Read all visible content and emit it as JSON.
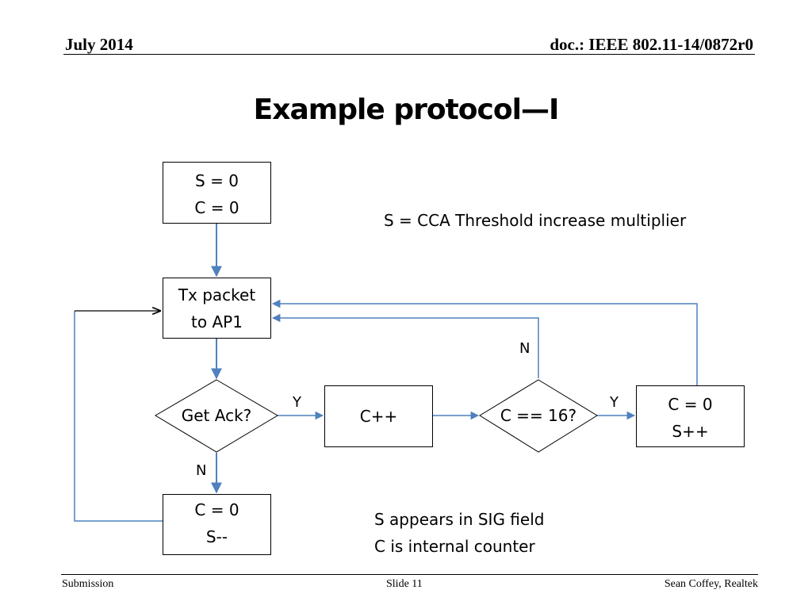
{
  "header": {
    "date": "July 2014",
    "doc_id": "doc.: IEEE 802.11-14/0872r0"
  },
  "title": "Example protocol—I",
  "flowchart": {
    "init_box": [
      "S = 0",
      "C = 0"
    ],
    "tx_box": [
      "Tx packet",
      "to AP1"
    ],
    "ack_decision": "Get Ack?",
    "increment_box": "C++",
    "count_decision": "C == 16?",
    "increase_box": [
      "C = 0",
      "S++"
    ],
    "decrease_box": [
      "C = 0",
      "S--"
    ],
    "labels": {
      "ack_yes": "Y",
      "ack_no": "N",
      "count_yes": "Y",
      "count_no": "N"
    }
  },
  "notes": {
    "s_definition": "S = CCA Threshold increase multiplier",
    "sig_field": "S appears in SIG field",
    "internal_counter": "C is internal counter"
  },
  "footer": {
    "left": "Submission",
    "center": "Slide 11",
    "right": "Sean Coffey, Realtek"
  },
  "colors": {
    "connector": "#4f81bd",
    "feedback_arrow": "#000000"
  }
}
